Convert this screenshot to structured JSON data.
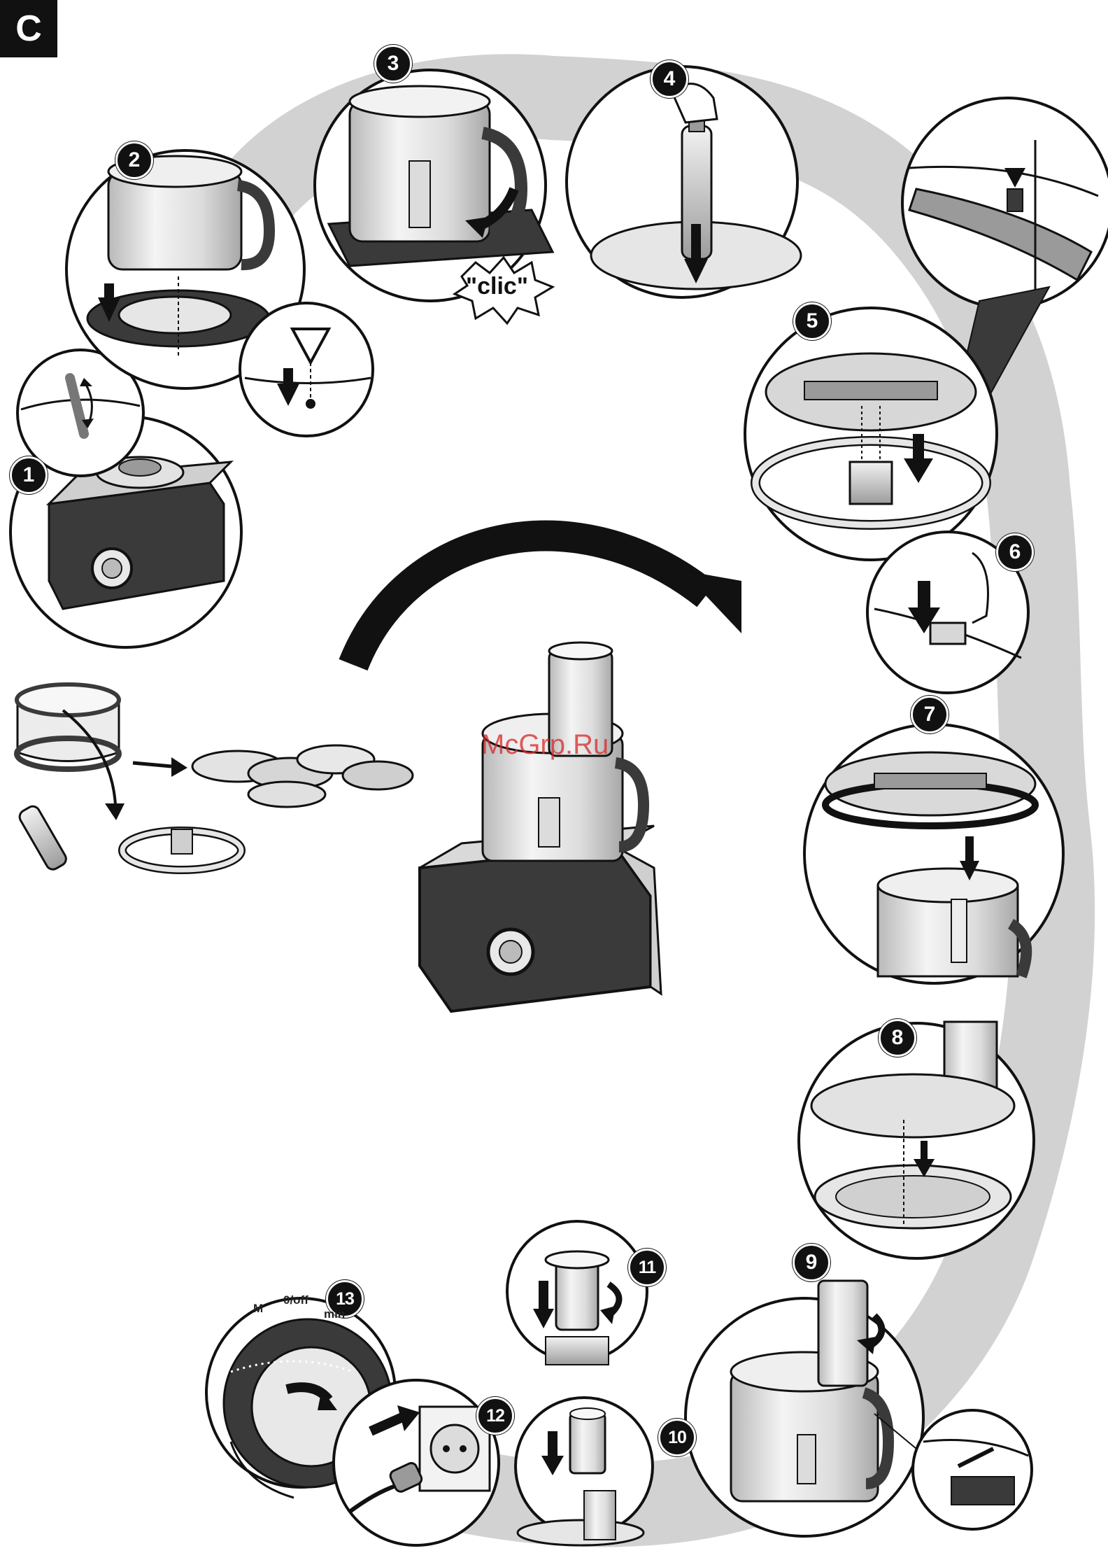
{
  "section_label": "C",
  "steps": [
    "1",
    "2",
    "3",
    "4",
    "5",
    "6",
    "7",
    "8",
    "9",
    "10",
    "11",
    "12",
    "13"
  ],
  "callouts": {
    "clic": "\"clic\""
  },
  "watermark": "McGrp.Ru",
  "dial": {
    "left": "M",
    "center": "0/off",
    "right": "min"
  },
  "colors": {
    "ink": "#111111",
    "shadow_band": "#d2d2d2",
    "fill_light": "#e6e6e6",
    "fill_mid": "#9a9a9a",
    "body_dark": "#3a3a3a",
    "watermark": "#d82828"
  }
}
